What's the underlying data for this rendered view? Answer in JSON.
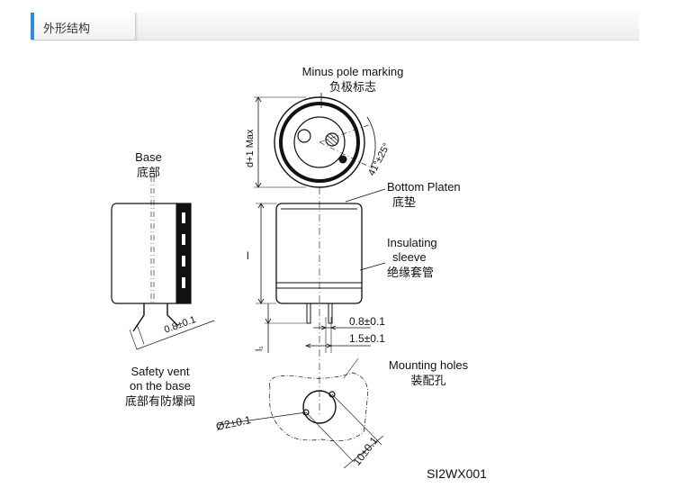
{
  "header": {
    "title": "外形结构"
  },
  "diagram": {
    "labels": {
      "minus_pole_en": "Minus pole marking",
      "minus_pole_cn": "负极标志",
      "base_en": "Base",
      "base_cn": "底部",
      "bottom_platen_en": "Bottom  Platen",
      "bottom_platen_cn": "底垫",
      "insulating_en_1": "Insulating",
      "insulating_en_2": "sleeve",
      "insulating_cn": "绝缘套管",
      "safety_vent_en_1": "Safety vent",
      "safety_vent_en_2": "on the base",
      "safety_vent_cn": "底部有防爆阀",
      "mounting_holes_en": "Mounting holes",
      "mounting_holes_cn": "装配孔",
      "model_code": "SI2WX001"
    },
    "dimensions": {
      "diameter_max": "d+1 Max",
      "angle": "41°±25°",
      "length": "l",
      "lead_length": "l₁",
      "pin_side": "0.8±0.1",
      "pin_width": "0.8±0.1",
      "pin_spacing": "1.5±0.1",
      "hole_diameter": "Ø2±0.1",
      "hole_spacing": "10±0.1"
    }
  }
}
